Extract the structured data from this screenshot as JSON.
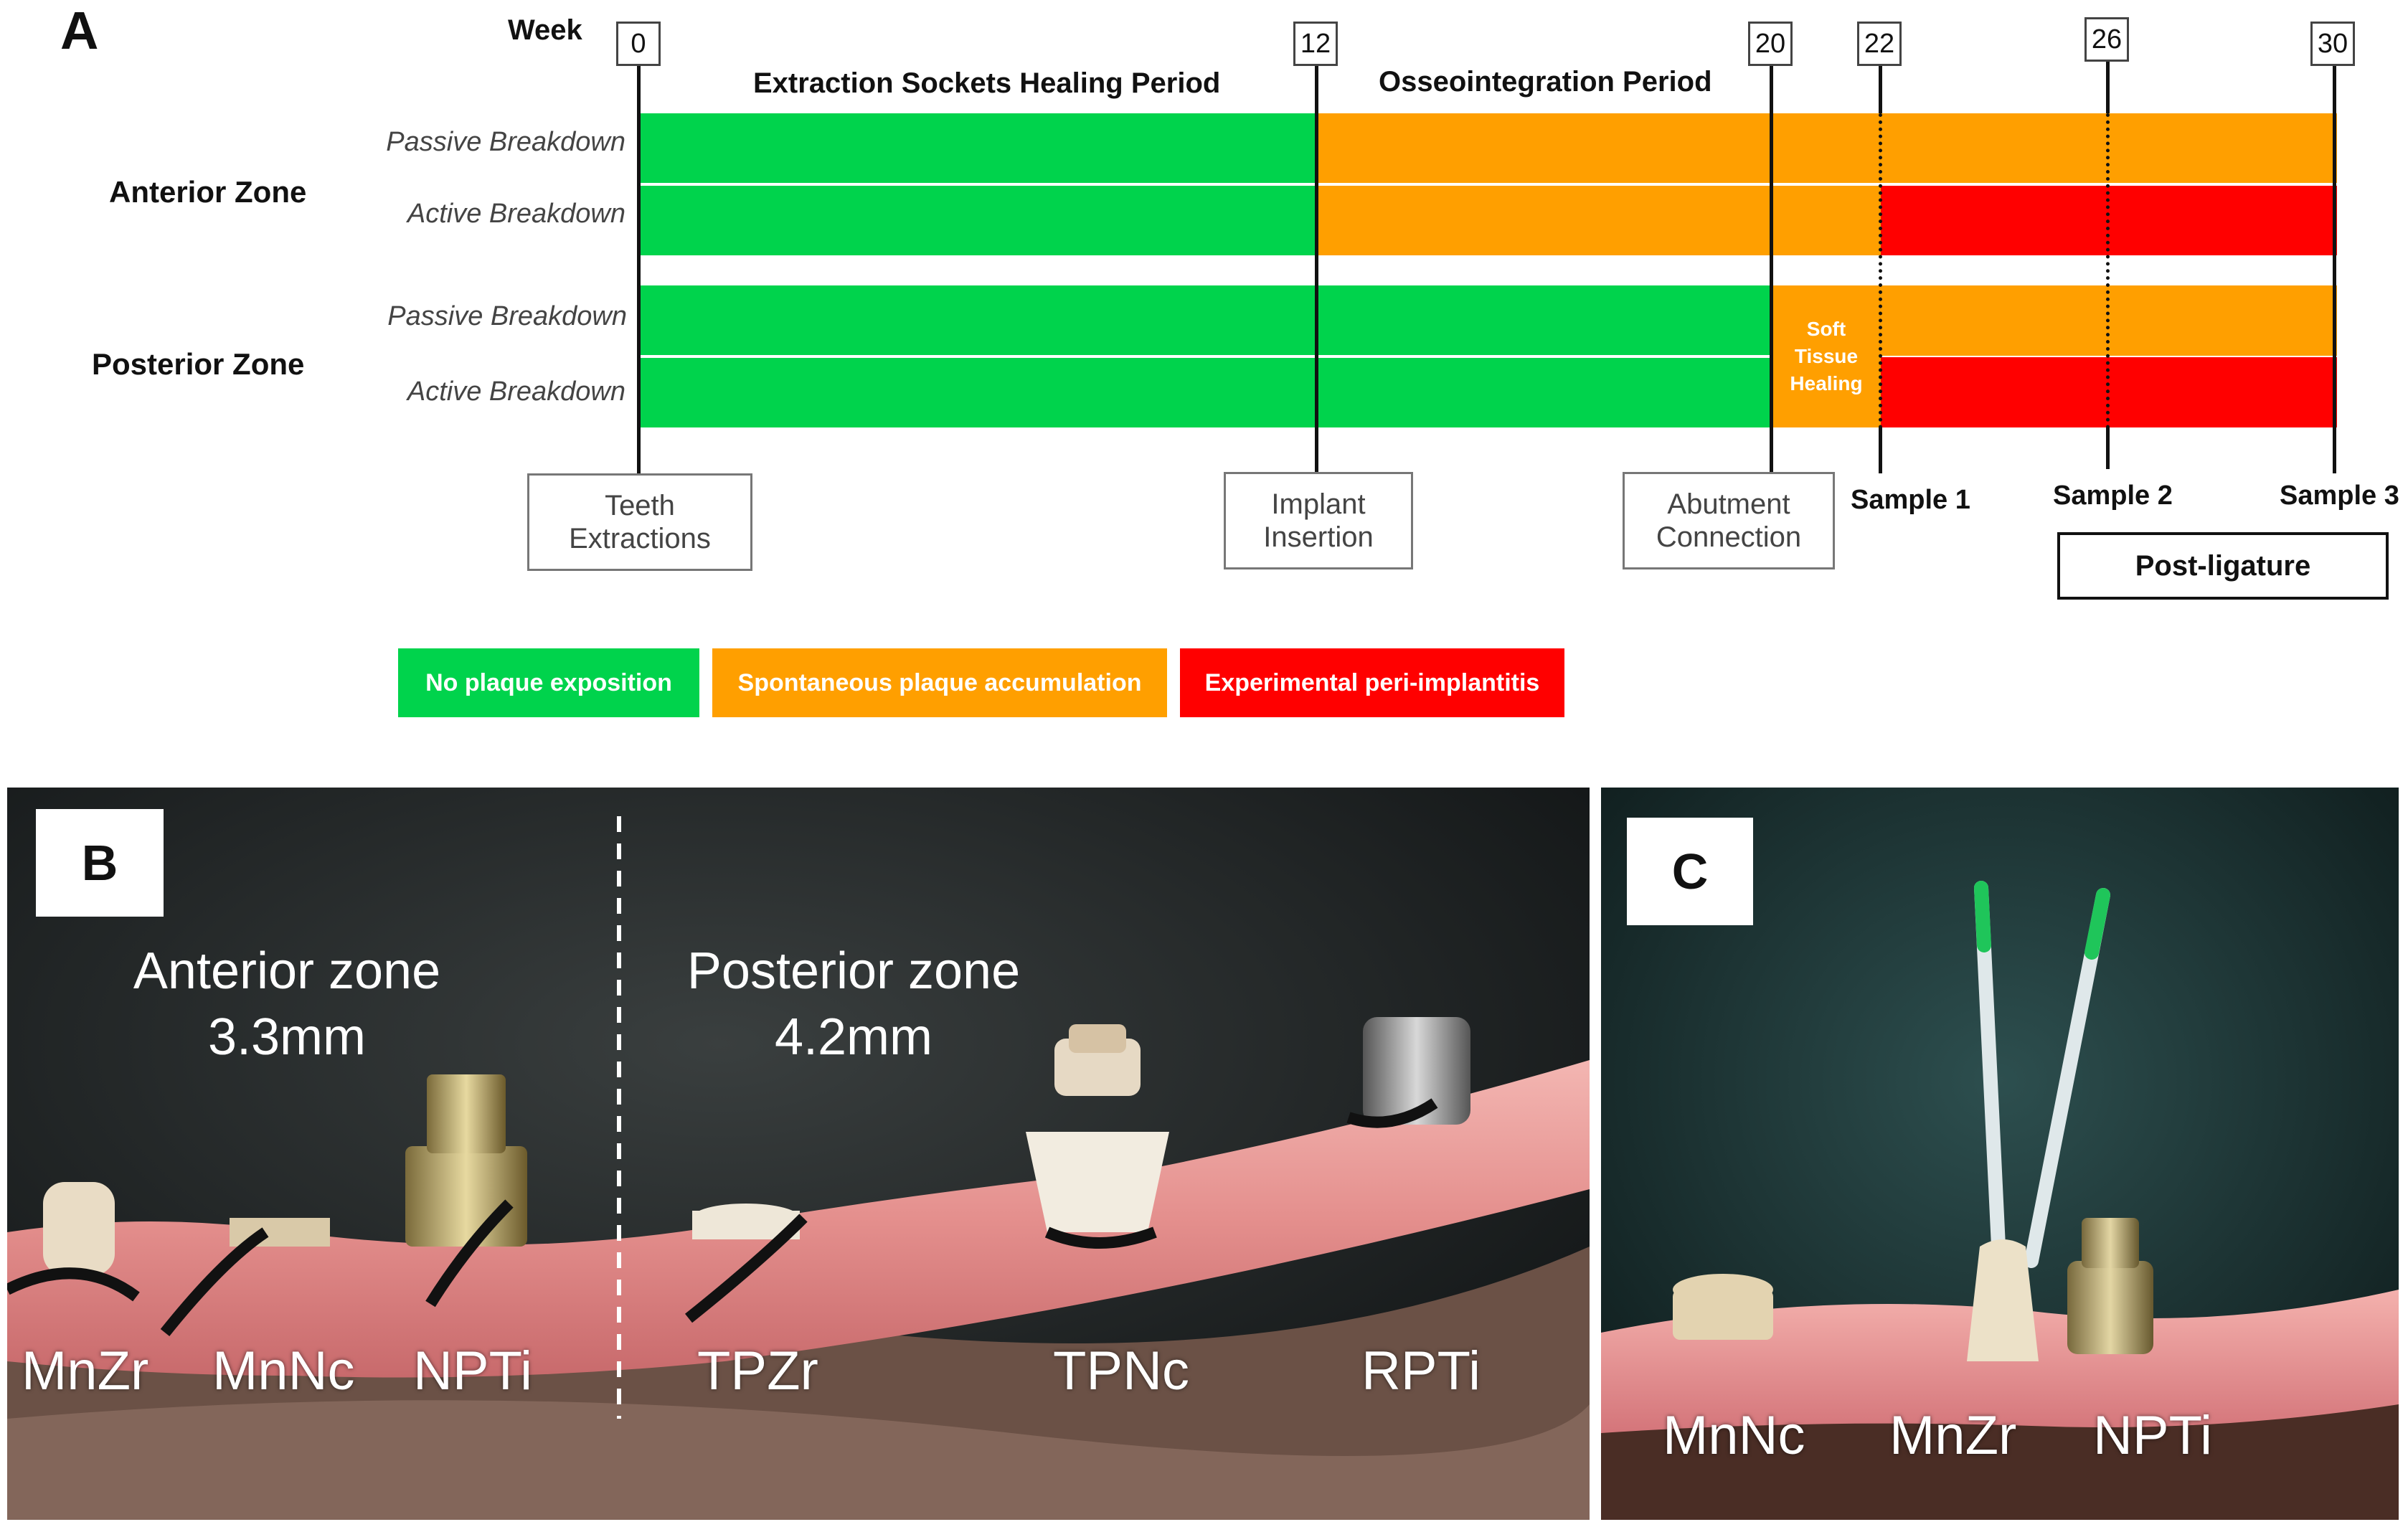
{
  "panel_a": {
    "letter": "A",
    "week_label": "Week",
    "weeks": [
      "0",
      "12",
      "20",
      "22",
      "26",
      "30"
    ],
    "periods": {
      "healing": "Extraction Sockets Healing Period",
      "osseo": "Osseointegration Period"
    },
    "zones": {
      "anterior": "Anterior Zone",
      "posterior": "Posterior Zone"
    },
    "rows": {
      "passive": "Passive Breakdown",
      "active": "Active Breakdown"
    },
    "soft_tissue": "Soft\nTissue\nHealing",
    "events": {
      "extractions": "Teeth\nExtractions",
      "insertion": "Implant\nInsertion",
      "abutment": "Abutment\nConnection"
    },
    "samples": [
      "Sample 1",
      "Sample 2",
      "Sample 3"
    ],
    "post_ligature": "Post-ligature",
    "legend": {
      "green": "No plaque exposition",
      "orange": "Spontaneous plaque accumulation",
      "red": "Experimental peri-implantitis"
    },
    "colors": {
      "green": "#00d34c",
      "orange": "#ff9f00",
      "red": "#ff0000"
    }
  },
  "panel_b": {
    "letter": "B",
    "anterior_title": "Anterior zone\n3.3mm",
    "posterior_title": "Posterior zone\n4.2mm",
    "labels": [
      "MnZr",
      "MnNc",
      "NPTi",
      "TPZr",
      "TPNc",
      "RPTi"
    ]
  },
  "panel_c": {
    "letter": "C",
    "labels": [
      "MnNc",
      "MnZr",
      "NPTi"
    ]
  }
}
